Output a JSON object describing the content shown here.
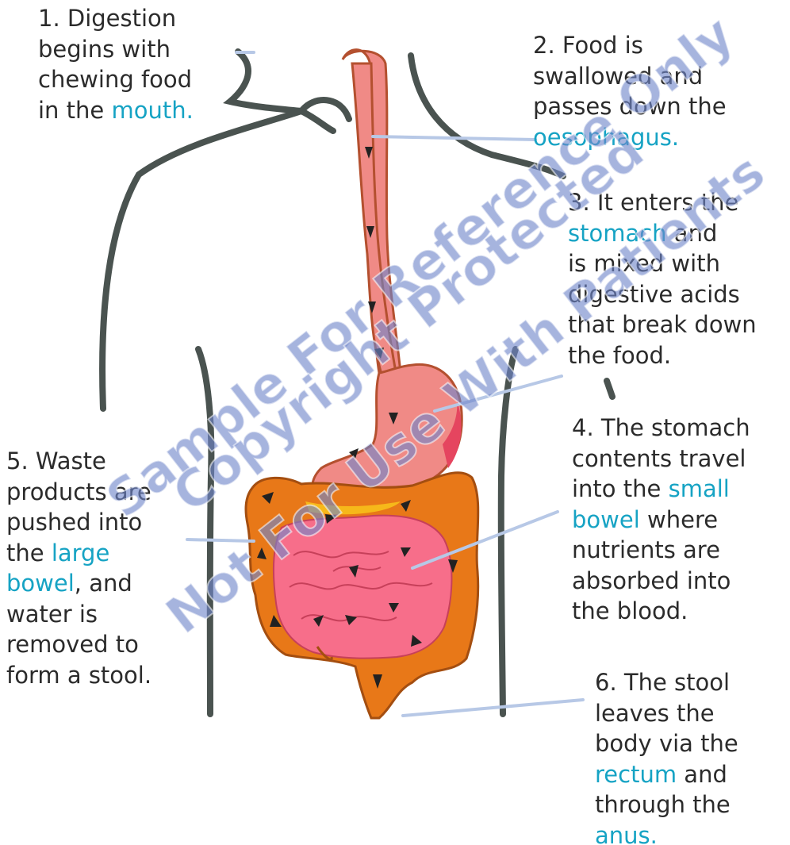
{
  "steps": [
    {
      "pre": "1. Digestion\nbegins with\nchewing food\nin the ",
      "term": "mouth.",
      "post": ""
    },
    {
      "pre": "2. Food is\nswallowed and\npasses down the\n",
      "term": "oesophagus.",
      "post": ""
    },
    {
      "pre": "3. It enters the\n",
      "term": "stomach",
      "post": " and\nis mixed with\ndigestive acids\nthat break down\nthe food."
    },
    {
      "pre": "4. The stomach\ncontents travel\ninto the ",
      "term": "small\nbowel",
      "post": " where\nnutrients are\nabsorbed into\nthe blood."
    },
    {
      "pre": "5. Waste\nproducts are\npushed into\nthe ",
      "term": "large\nbowel",
      "post": ", and\nwater is\nremoved to\nform a stool."
    },
    {
      "pre": "6. The stool\nleaves the\nbody via the\n",
      "term": "rectum",
      "post": " and\nthrough the\n",
      "term2": "anus."
    }
  ],
  "watermark": {
    "line1": "Sample For Reference Only",
    "line2": "Copyright Protected",
    "line3": "Not For Use With Patients"
  },
  "colors": {
    "highlight": "#16a3c4",
    "body_outline": "#4a5350",
    "oesophagus": "#f08a86",
    "stomach": "#f08a86",
    "small_bowel": "#f76e8a",
    "large_bowel": "#e87818",
    "pointer_line": "#b7c8e6",
    "watermark": "#7086c9"
  }
}
